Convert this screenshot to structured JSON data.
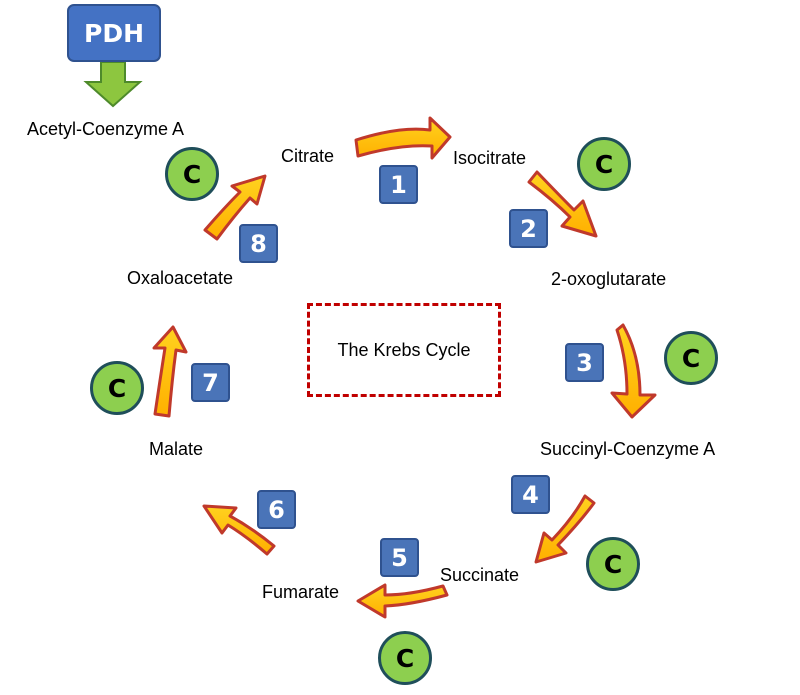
{
  "enzyme": "PDH",
  "title": "The Krebs Cycle",
  "metabolites": {
    "acetyl_coa": "Acetyl-Coenzyme A",
    "citrate": "Citrate",
    "isocitrate": "Isocitrate",
    "oxoglutarate": "2-oxoglutarate",
    "succinyl_coa": "Succinyl-Coenzyme A",
    "succinate": "Succinate",
    "fumarate": "Fumarate",
    "malate": "Malate",
    "oxaloacetate": "Oxaloacetate"
  },
  "steps": [
    "1",
    "2",
    "3",
    "4",
    "5",
    "6",
    "7",
    "8"
  ],
  "carbon_marker": "C",
  "colors": {
    "arrow_fill": "#ffc000",
    "arrow_outline": "#c0392b",
    "step_box": "#4a74b8",
    "carbon_circle": "#8dcf4f",
    "pdh_box": "#4472c4",
    "pdh_arrow": "#8dc63f",
    "title_border": "#c00000"
  }
}
